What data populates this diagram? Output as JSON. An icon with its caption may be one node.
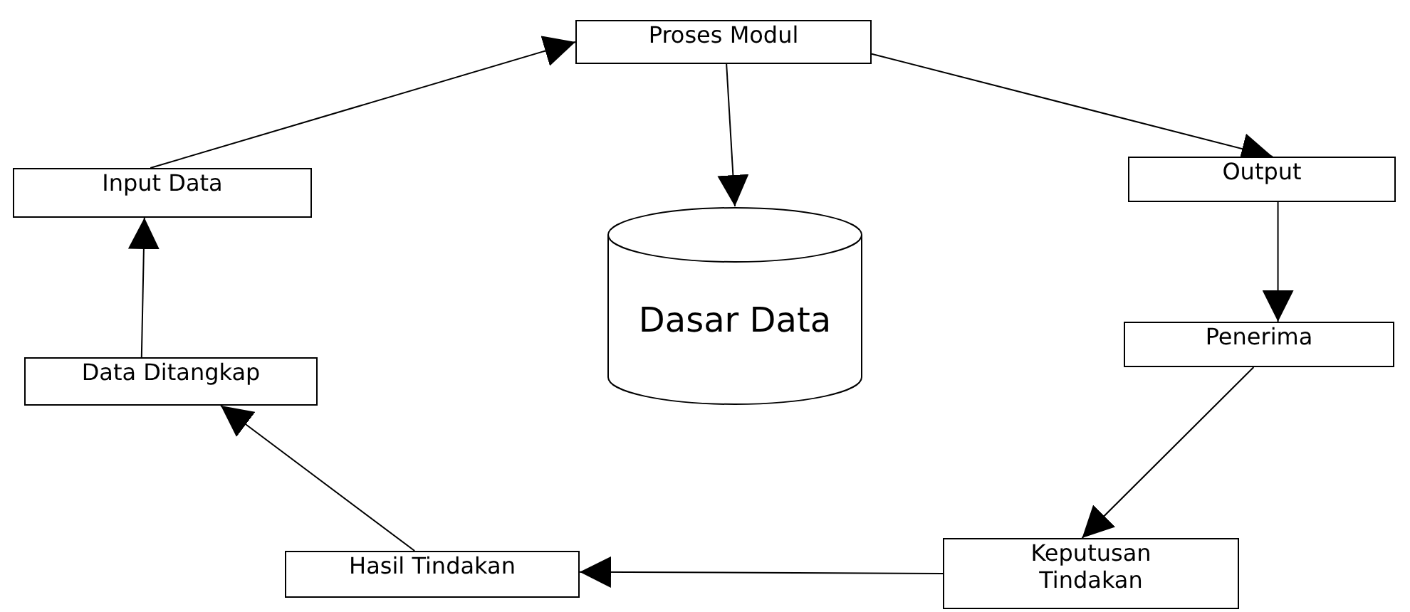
{
  "diagram": {
    "nodes": [
      {
        "text": [
          "Proses Modul"
        ]
      },
      {
        "text": [
          "Input Data"
        ]
      },
      {
        "text": [
          "Dasar Data"
        ]
      },
      {
        "text": [
          "Output"
        ]
      },
      {
        "text": [
          "Penerima"
        ]
      },
      {
        "text": [
          "Data Ditangkap"
        ]
      },
      {
        "text": [
          "Hasil Tindakan"
        ]
      },
      {
        "text": [
          "Keputusan Tindakan"
        ]
      }
    ],
    "edges": [
      {
        "from": 1,
        "to": 0,
        "arrow": "to"
      },
      {
        "from": 0,
        "to": 2,
        "arrow": "to"
      },
      {
        "from": 0,
        "to": 3,
        "arrow": "to"
      },
      {
        "from": 3,
        "to": 4,
        "arrow": "to"
      },
      {
        "from": 4,
        "to": 7,
        "arrow": "to"
      },
      {
        "from": 7,
        "to": 6,
        "arrow": "to"
      },
      {
        "from": 6,
        "to": 5,
        "arrow": "to"
      },
      {
        "from": 5,
        "to": 1,
        "arrow": "to"
      }
    ]
  }
}
